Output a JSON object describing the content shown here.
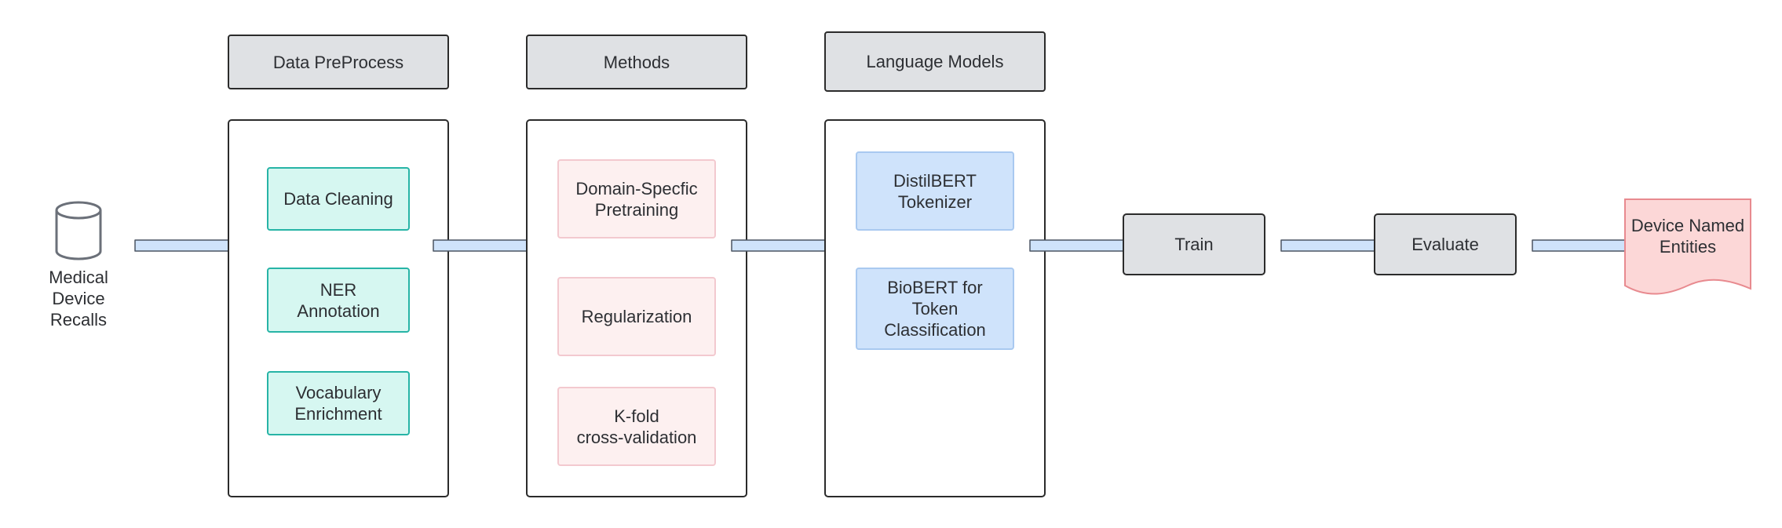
{
  "source": {
    "label": "Medical\nDevice\nRecalls",
    "icon": "database-cylinder-icon"
  },
  "stages": [
    {
      "header": "Data PreProcess",
      "items": [
        "Data Cleaning",
        "NER\nAnnotation",
        "Vocabulary\nEnrichment"
      ]
    },
    {
      "header": "Methods",
      "items": [
        "Domain-Specfic\nPretraining",
        "Regularization",
        "K-fold\ncross-validation"
      ]
    },
    {
      "header": "Language Models",
      "items": [
        "DistilBERT\nTokenizer",
        "BioBERT for\nToken\nClassification"
      ]
    }
  ],
  "steps": {
    "train": "Train",
    "evaluate": "Evaluate"
  },
  "output": {
    "label": "Device Named\nEntities",
    "icon": "document-icon"
  },
  "colors": {
    "header_fill": "#dfe1e4",
    "teal_fill": "#d6f7f1",
    "teal_border": "#27b4a6",
    "pink_fill": "#fdf0f0",
    "pink_border": "#f3c9cf",
    "blue_fill": "#cfe3fb",
    "blue_border": "#a9c9f0",
    "arrow_fill": "#cfe3fb",
    "output_fill": "#fcd7d7",
    "output_border": "#e88a8f"
  }
}
